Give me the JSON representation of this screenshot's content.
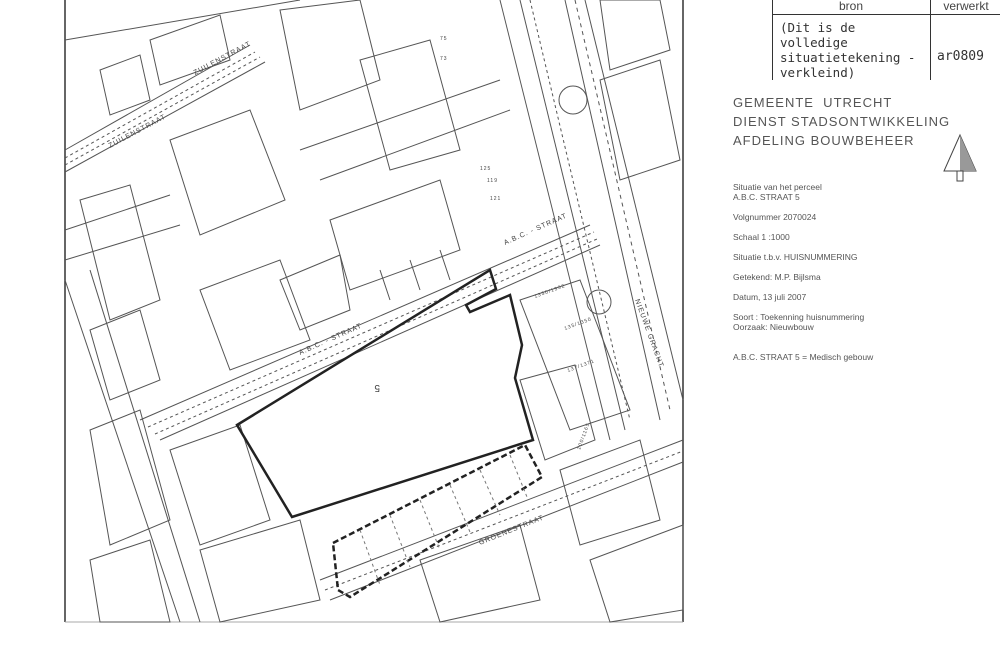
{
  "table": {
    "header_bron": "bron",
    "header_verwerkt": "verwerkt",
    "bron_value": "(Dit is de volledige\nsituatietekening -\nverkleind)",
    "verwerkt_value": "ar0809"
  },
  "organisation": {
    "line1": "GEMEENTE  UTRECHT",
    "line2": "DIENST STADSONTWIKKELING",
    "line3": "AFDELING BOUWBEHEER"
  },
  "info": {
    "situatie_label": "Situatie van het perceel",
    "address": "A.B.C. STRAAT 5",
    "volgnummer": "Volgnummer 2070024",
    "schaal": "Schaal 1 :1000",
    "doel": "Situatie t.b.v. HUISNUMMERING",
    "getekend": "Getekend: M.P. Bijlsma",
    "datum": "Datum, 13 juli 2007",
    "soort": "Soort : Toekenning huisnummering",
    "oorzaak": "Oorzaak: Nieuwbouw",
    "result": "A.B.C. STRAAT 5 = Medisch gebouw"
  },
  "map": {
    "streets": {
      "zuilenstraat_1": "ZUILENSTRAAT",
      "zuilenstraat_2": "ZUILENSTRAAT",
      "abc_straat_1": "A.B.C. - STRAAT",
      "abc_straat_2": "A.B.C. - STRAAT",
      "nieuwe_gracht": "NIEUWE GRACHT",
      "groenestraat": "GROENESTRAAT"
    },
    "parcel_number": "5",
    "house_numbers": [
      "135/1350",
      "137/1371",
      "1330/1332",
      "100/1165",
      "125",
      "119",
      "121",
      "75",
      "73"
    ]
  },
  "colors": {
    "line": "#333333",
    "paper": "#ffffff"
  }
}
